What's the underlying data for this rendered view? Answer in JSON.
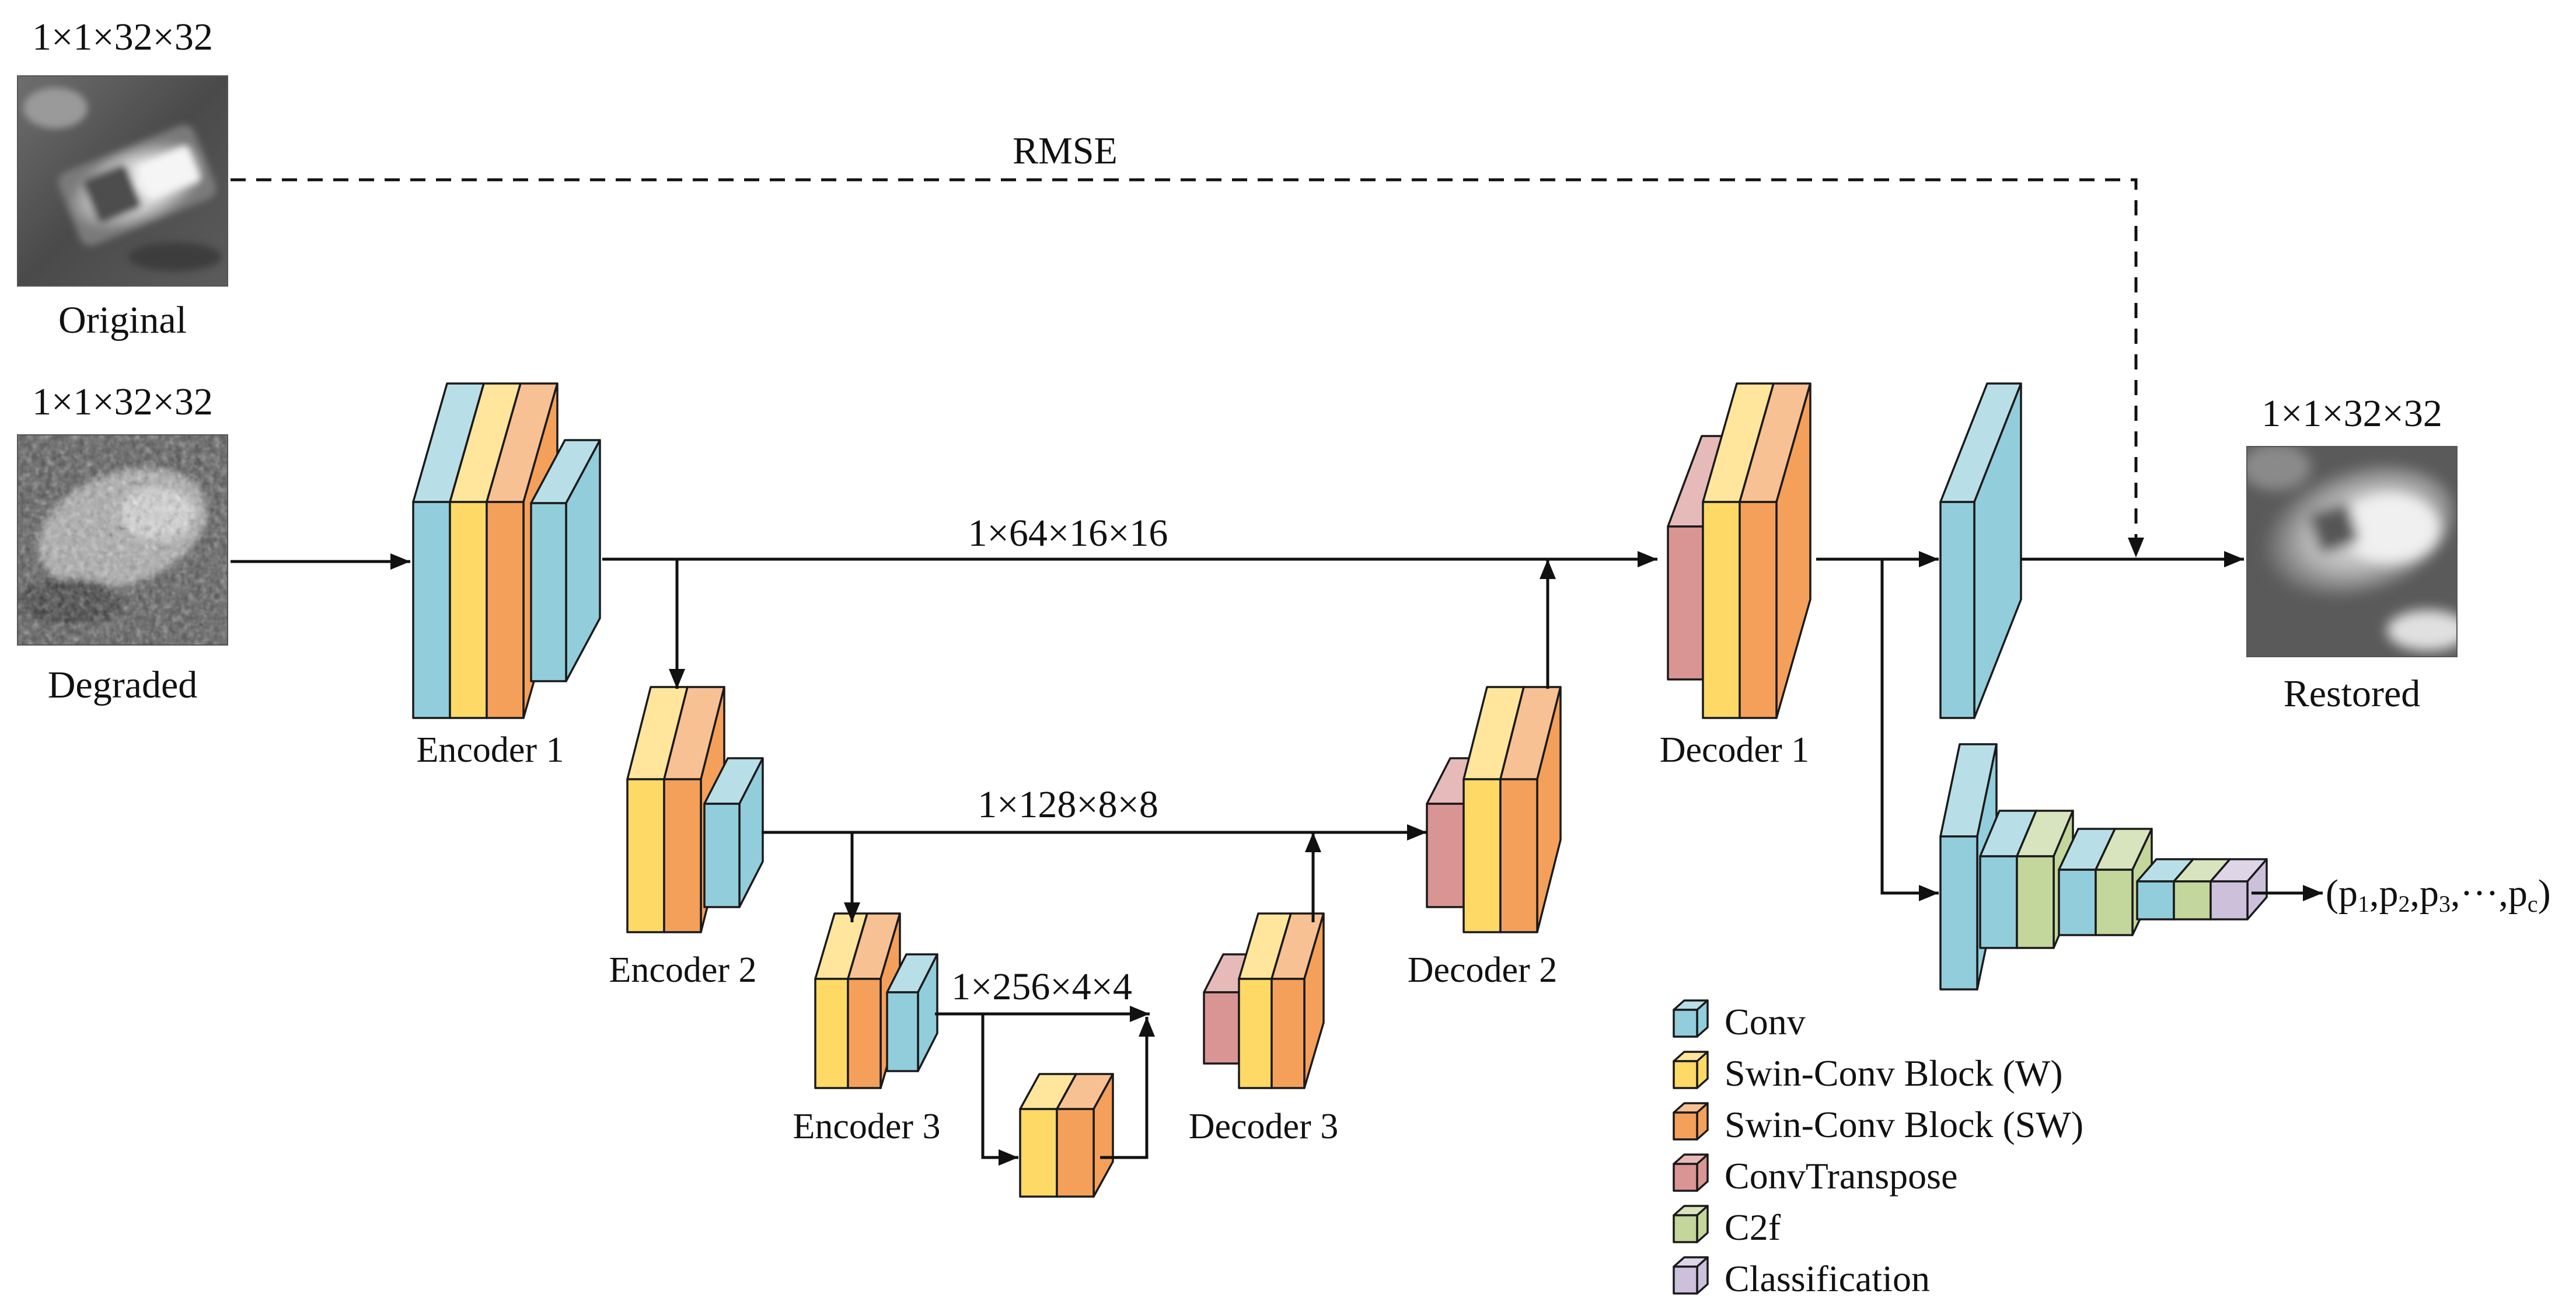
{
  "colors": {
    "conv": "#92cddc",
    "swin_w": "#ffd966",
    "swin_sw": "#f4a05a",
    "convtranspose": "#d99594",
    "c2f": "#c3d69b",
    "classification": "#ccc0da"
  },
  "images": {
    "original": {
      "shape": "1×1×32×32",
      "caption": "Original"
    },
    "degraded": {
      "shape": "1×1×32×32",
      "caption": "Degraded"
    },
    "restored": {
      "shape": "1×1×32×32",
      "caption": "Restored"
    }
  },
  "labels": {
    "rmse": "RMSE",
    "skip1": "1×64×16×16",
    "skip2": "1×128×8×8",
    "skip3": "1×256×4×4",
    "encoder1": "Encoder 1",
    "encoder2": "Encoder 2",
    "encoder3": "Encoder 3",
    "decoder1": "Decoder 1",
    "decoder2": "Decoder 2",
    "decoder3": "Decoder 3",
    "output": {
      "open": "(p",
      "s1": "1",
      "c1": ",p",
      "s2": "2",
      "c2": ",p",
      "s3": "3",
      "c3": ",···,p",
      "sc": "c",
      "close": ")"
    }
  },
  "legend": [
    {
      "key": "conv",
      "label": "Conv"
    },
    {
      "key": "swin_w",
      "label": "Swin-Conv Block (W)"
    },
    {
      "key": "swin_sw",
      "label": "Swin-Conv Block (SW)"
    },
    {
      "key": "convtranspose",
      "label": "ConvTranspose"
    },
    {
      "key": "c2f",
      "label": "C2f"
    },
    {
      "key": "classification",
      "label": "Classification"
    }
  ]
}
